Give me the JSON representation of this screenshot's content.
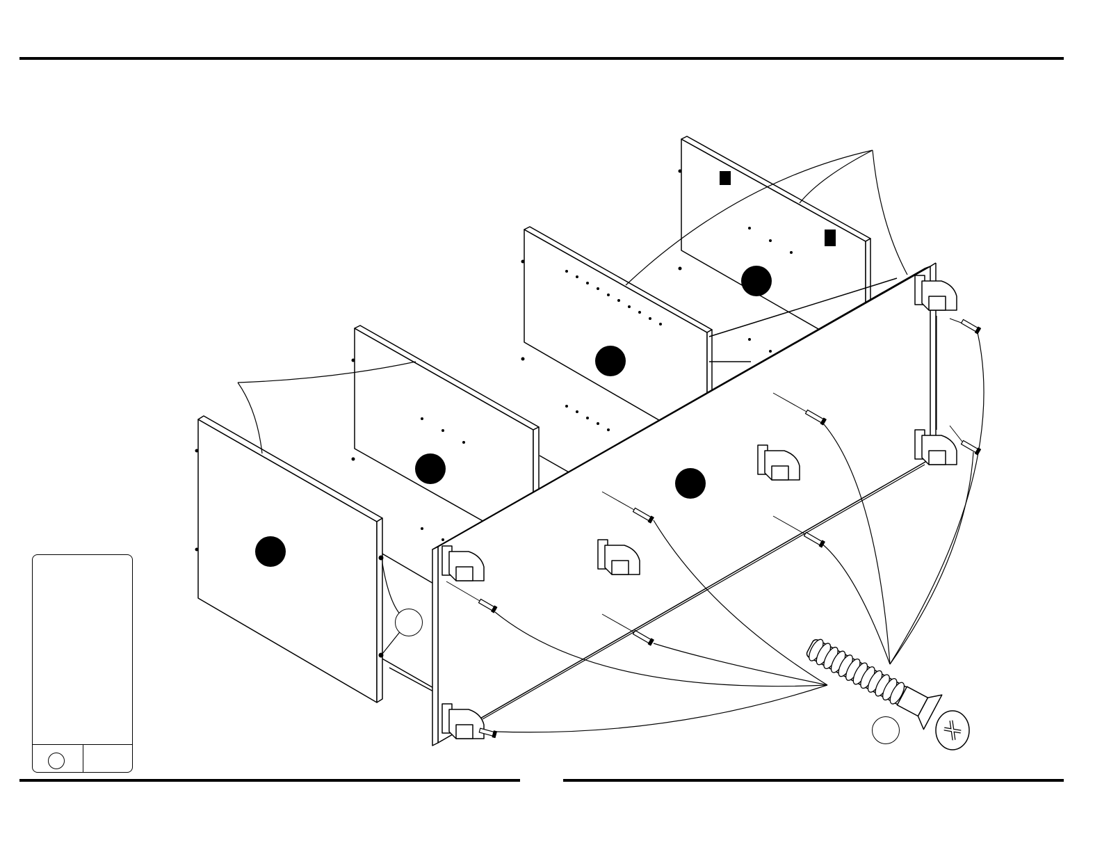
{
  "diagram": {
    "parts": [
      "panel-front-left",
      "panel-middle-left",
      "panel-middle-right",
      "panel-back-right",
      "long-rail-panel",
      "cam-housings",
      "screws",
      "screw-detail"
    ],
    "legend": {
      "part_icon": "screw-icon",
      "quantity_circle": "",
      "quantity_text": ""
    }
  }
}
